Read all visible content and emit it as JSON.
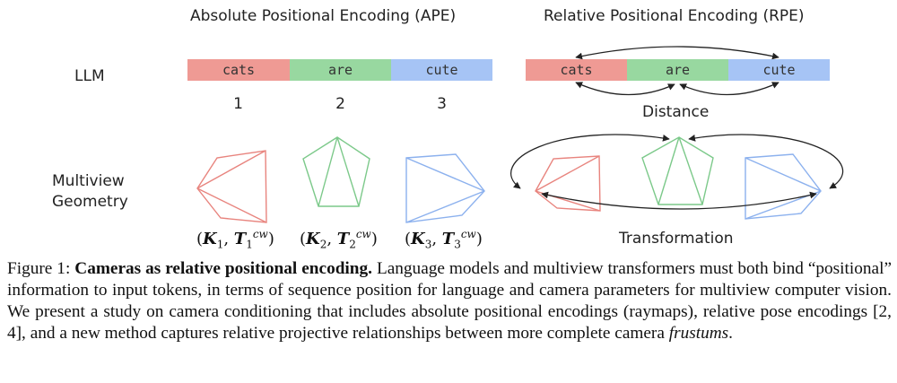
{
  "headings": {
    "ape": "Absolute Positional Encoding (APE)",
    "rpe": "Relative Positional Encoding (RPE)"
  },
  "row_labels": {
    "llm": "LLM",
    "multiview_line1": "Multiview",
    "multiview_line2": "Geometry"
  },
  "tokens": [
    "cats",
    "are",
    "cute"
  ],
  "positions": [
    "1",
    "2",
    "3"
  ],
  "distance_label": "Distance",
  "transformation_label": "Transformation",
  "camera_labels": [
    {
      "K": "K",
      "K_sub": "1",
      "T": "T",
      "T_sub": "1",
      "T_sup": "cw"
    },
    {
      "K": "K",
      "K_sub": "2",
      "T": "T",
      "T_sub": "2",
      "T_sup": "cw"
    },
    {
      "K": "K",
      "K_sub": "3",
      "T": "T",
      "T_sub": "3",
      "T_sup": "cw"
    }
  ],
  "colors": {
    "cats": "#ef9a94",
    "are": "#98d8a0",
    "cute": "#a6c4f5",
    "cats_stroke": "#e8847e",
    "are_stroke": "#7cc98a",
    "cute_stroke": "#8cb1ee"
  },
  "caption": {
    "label": "Figure 1: ",
    "title": "Cameras as relative positional encoding.",
    "body": " Language models and multiview transformers must both bind “positional” information to input tokens, in terms of sequence position for language and camera parameters for multiview computer vision. We present a study on camera conditioning that includes absolute positional encodings (raymaps), relative pose encodings [2, 4], and a new method captures relative projective relationships between more complete camera ",
    "emph": "frustums",
    "end": "."
  }
}
